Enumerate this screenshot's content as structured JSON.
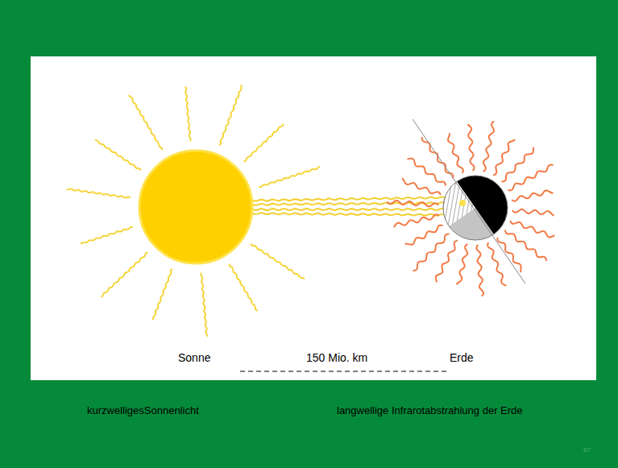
{
  "diagram": {
    "labels": [
      "Sonne",
      "150 Mio. km",
      "Erde",
      "kurzwelligesSonnenlicht",
      "langwellige Infrarotabstrahlung der Erde",
      "67"
    ]
  }
}
